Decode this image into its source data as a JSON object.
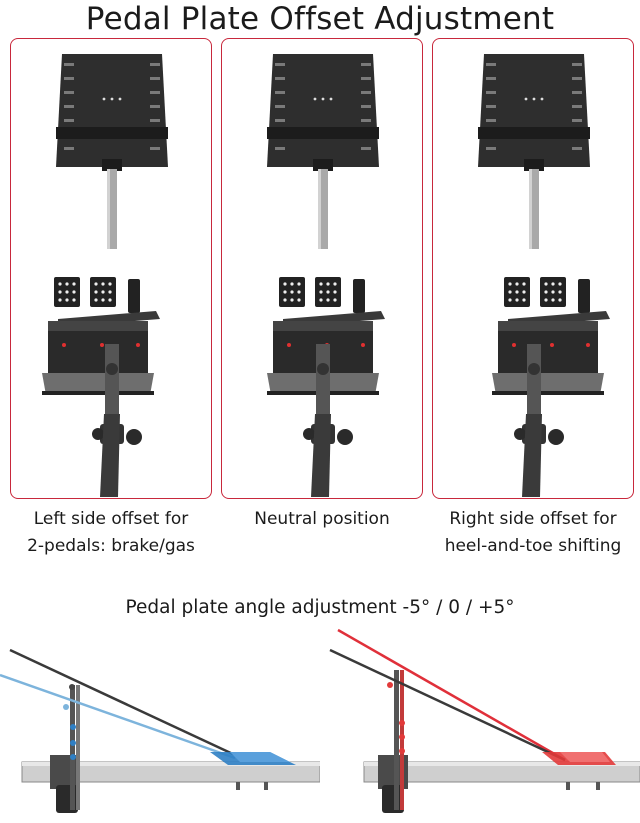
{
  "title": "Pedal Plate Offset Adjustment",
  "panels": [
    {
      "id": "left",
      "caption_line1": "Left side offset for",
      "caption_line2": "2-pedals: brake/gas",
      "offset": -1
    },
    {
      "id": "neutral",
      "caption_line1": "Neutral position",
      "caption_line2": "",
      "offset": 0
    },
    {
      "id": "right",
      "caption_line1": "Right side offset for",
      "caption_line2": "heel-and-toe shifting",
      "offset": 1
    }
  ],
  "angle_section": {
    "title": "Pedal plate angle adjustment -5° / 0 / +5°",
    "colors": {
      "panel_border": "#c8283c",
      "neutral_plate": "#3a3a3a",
      "negative_plate": "#7db4dc",
      "positive_plate": "#e0303a",
      "negative_foot": "#2f7fc4",
      "positive_foot": "#e23a3a"
    }
  }
}
